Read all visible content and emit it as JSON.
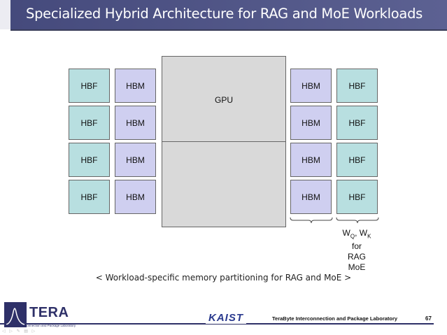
{
  "title": "Specialized Hybrid Architecture for RAG and MoE Workloads",
  "diagram": {
    "gpu_label": "GPU",
    "left_columns": [
      {
        "type": "HBF",
        "blocks": [
          "HBF",
          "HBF",
          "HBF",
          "HBF"
        ]
      },
      {
        "type": "HBM",
        "blocks": [
          "HBM",
          "HBM",
          "HBM",
          "HBM"
        ]
      }
    ],
    "right_columns": [
      {
        "type": "HBM",
        "blocks": [
          "HBM",
          "HBM",
          "HBM",
          "HBM"
        ]
      },
      {
        "type": "HBF",
        "blocks": [
          "HBF",
          "HBF",
          "HBF",
          "HBF"
        ]
      }
    ],
    "annotation": {
      "line1_w": "W",
      "line1_sub_q": "Q",
      "line1_sep": ", W",
      "line1_sub_k": "K",
      "line2": "for",
      "line3": "RAG",
      "line4": "MoE"
    },
    "colors": {
      "hbf": "#b8dfe0",
      "hbm": "#cfcff0",
      "gpu": "#d9d9d9"
    }
  },
  "caption": "< Workload-specific memory partitioning for RAG and MoE >",
  "footer": {
    "logo_text": "TERA",
    "logo_subtitle": "TeraByte Interconnection and Package Laboratory",
    "kaist": "KAIST",
    "lab_name": "TeraByte Interconnection and Package Laboratory",
    "page_number": "67"
  }
}
